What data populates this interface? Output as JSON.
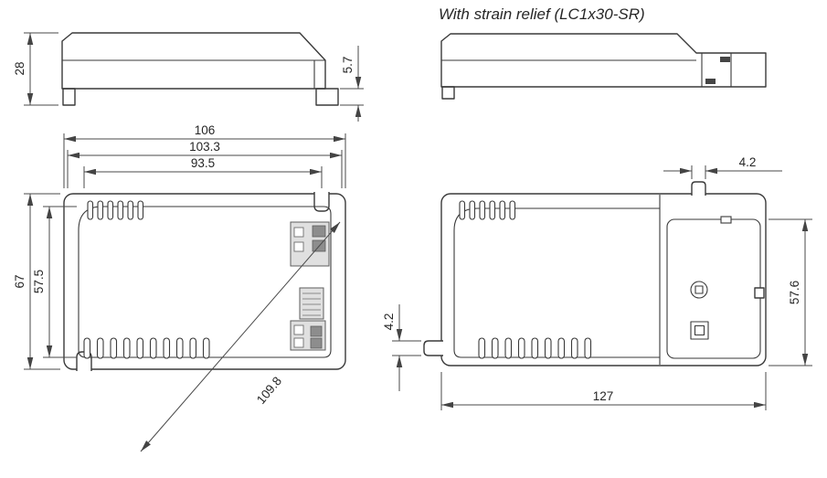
{
  "title": "With strain relief (LC1x30-SR)",
  "dims": {
    "side": {
      "height": "28",
      "foot": "5.7"
    },
    "top": {
      "width_total": "106",
      "width_mid": "103.3",
      "width_inner": "93.5",
      "height_total": "67",
      "height_inner": "57.5",
      "diagonal": "109.8"
    },
    "sr": {
      "tab_width": "4.2",
      "height": "57.6",
      "width": "127",
      "tab_height": "4.2"
    }
  }
}
